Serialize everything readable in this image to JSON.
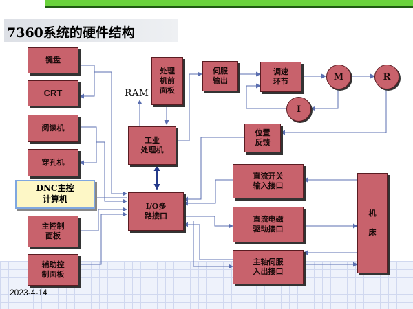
{
  "title": "7360系统的硬件结构",
  "date": "2023-4-14",
  "labels": {
    "keyboard": "键盘",
    "crt": "CRT",
    "reader": "阅读机",
    "punch": "穿孔机",
    "dnc": "DNC主控\n计算机",
    "main_panel": "主控制\n面板",
    "aux_panel": "辅助控\n制面板",
    "ram": "RAM",
    "front_panel": "处理\n机前\n面板",
    "ind_proc": "工业\n处理机",
    "io": "I/O多\n路接口",
    "servo_out": "伺服\n输出",
    "speed_loop": "调速\n环节",
    "motor": "M",
    "resolver": "R",
    "current": "I",
    "pos_fb": "位置\n反馈",
    "dc_switch": "直流开关\n输入接口",
    "dc_solenoid": "直流电磁\n驱动接口",
    "spindle": "主轴伺服\n入出接口",
    "machine": "机\n\n床"
  },
  "colors": {
    "block_fill": "#c8626c",
    "dnc_fill": "#fdf7c6",
    "dnc_border": "#7fa7e0",
    "line": "#5b6fb0",
    "bus": "#243a8a",
    "header_green": "#6ad33c"
  }
}
